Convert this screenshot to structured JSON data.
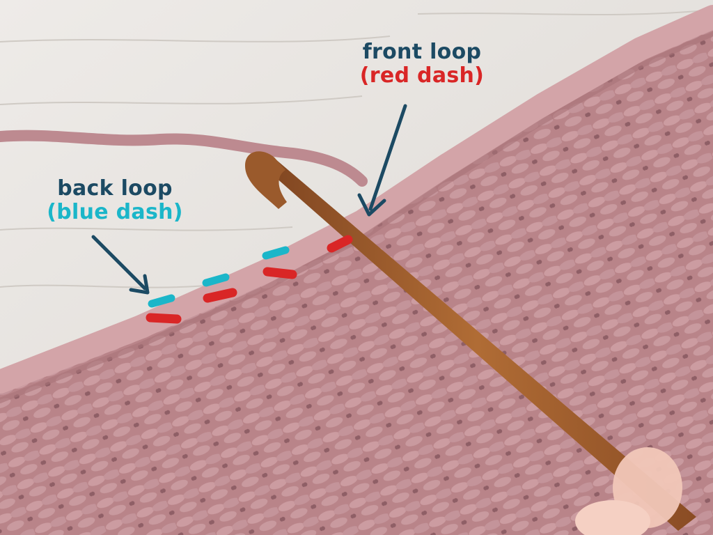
{
  "annotations": {
    "front": {
      "title": "front loop",
      "detail": "(red dash)"
    },
    "back": {
      "title": "back loop",
      "detail": "(blue dash)"
    }
  },
  "colors": {
    "label_dark": "#1c4a63",
    "red": "#d92626",
    "blue": "#1bb6c9",
    "wood_background": "#e9e6e2",
    "yarn": "#bf8b91",
    "hook": "#a8622e"
  },
  "icons": {
    "front_arrow": "arrow-down-icon",
    "back_arrow": "arrow-down-right-icon"
  }
}
